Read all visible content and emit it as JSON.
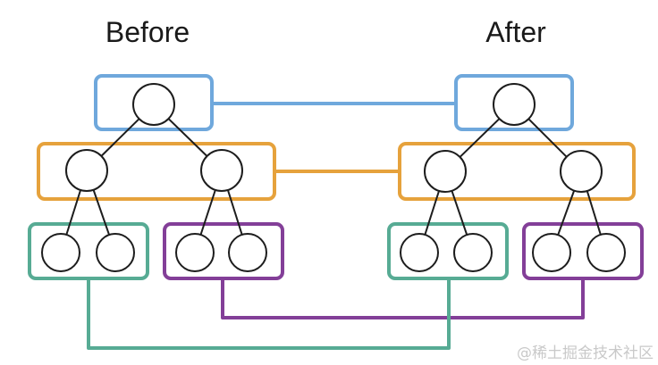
{
  "labels": {
    "before": "Before",
    "after": "After"
  },
  "watermark": {
    "text": "@稀土掘金技术社区"
  },
  "colors": {
    "root_box": "#6fa8dc",
    "internal_box": "#e6a23c",
    "left_leaf_box": "#57ab94",
    "right_leaf_box": "#833f98",
    "node_stroke": "#1d1d1d",
    "label_text": "#1a1a1a",
    "watermark_text": "#c9c9c9",
    "background": "#ffffff"
  },
  "diagram": {
    "kind": "binary-tree-comparison",
    "description": "Two identical three-level binary trees of empty circle nodes. Colored rounded boxes group the root, the two internal children, the left leaf pair and the right leaf pair. Matching-color lines pair each group of the Before tree with the corresponding group of the After tree.",
    "trees": [
      {
        "label": "Before",
        "groups": [
          {
            "name": "root",
            "nodes": 1,
            "box_color_key": "root_box"
          },
          {
            "name": "internal",
            "nodes": 2,
            "box_color_key": "internal_box"
          },
          {
            "name": "left-leaves",
            "nodes": 2,
            "box_color_key": "left_leaf_box"
          },
          {
            "name": "right-leaves",
            "nodes": 2,
            "box_color_key": "right_leaf_box"
          }
        ]
      },
      {
        "label": "After",
        "groups": [
          {
            "name": "root",
            "nodes": 1,
            "box_color_key": "root_box"
          },
          {
            "name": "internal",
            "nodes": 2,
            "box_color_key": "internal_box"
          },
          {
            "name": "left-leaves",
            "nodes": 2,
            "box_color_key": "left_leaf_box"
          },
          {
            "name": "right-leaves",
            "nodes": 2,
            "box_color_key": "right_leaf_box"
          }
        ]
      }
    ],
    "pairings": [
      {
        "between": "root-boxes",
        "color_key": "root_box"
      },
      {
        "between": "internal-boxes",
        "color_key": "internal_box"
      },
      {
        "between": "left-leaf-boxes",
        "color_key": "left_leaf_box"
      },
      {
        "between": "right-leaf-boxes",
        "color_key": "right_leaf_box"
      }
    ]
  }
}
